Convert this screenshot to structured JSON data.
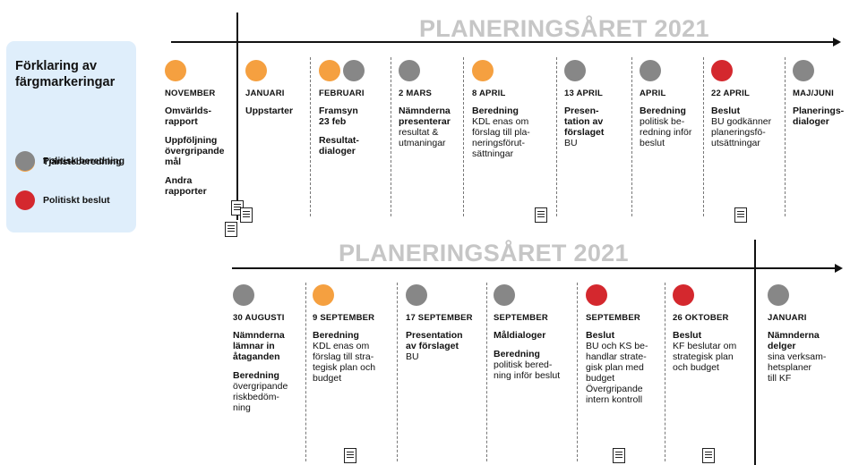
{
  "colors": {
    "tjanste": "#f5a040",
    "politisk": "#878787",
    "beslut": "#d4282e",
    "title_gray": "#c6c6c6",
    "legend_bg": "#dfeefb"
  },
  "legend": {
    "title": "Förklaring av färgmarkeringar",
    "items": [
      {
        "color": "tjanste",
        "label": "Tjänsteberedning"
      },
      {
        "color": "politisk",
        "label": "Politisk beredning"
      },
      {
        "color": "beslut",
        "label": "Politiskt beslut"
      }
    ]
  },
  "top": {
    "title": "PLANERINGSÅRET 2021",
    "columns": [
      {
        "dots": [
          "tjanste"
        ],
        "date": "NOVEMBER",
        "blocks": [
          {
            "head": "Omvärlds-\nrapport",
            "body": ""
          },
          {
            "head": "Uppföljning\növergripande\nmål",
            "body": ""
          },
          {
            "head": "Andra\nrapporter",
            "body": ""
          }
        ]
      },
      {
        "dots": [
          "tjanste"
        ],
        "date": "JANUARI",
        "blocks": [
          {
            "head": "Uppstarter",
            "body": ""
          }
        ]
      },
      {
        "dots": [
          "tjanste",
          "politisk"
        ],
        "date": "FEBRUARI",
        "blocks": [
          {
            "head": "Framsyn\n23 feb",
            "body": ""
          },
          {
            "head": "Resultat-\ndialoger",
            "body": ""
          }
        ]
      },
      {
        "dots": [
          "politisk"
        ],
        "date": "2 MARS",
        "blocks": [
          {
            "head": "Nämnderna\npresenterar",
            "body": "resultat &\nutmaningar"
          }
        ]
      },
      {
        "dots": [
          "tjanste"
        ],
        "date": "8 APRIL",
        "blocks": [
          {
            "head": "Beredning",
            "body": "KDL enas om\nförslag till pla-\nneringsförut-\nsättningar"
          }
        ]
      },
      {
        "dots": [
          "politisk"
        ],
        "date": "13 APRIL",
        "blocks": [
          {
            "head": "Presen-\ntation av\nförslaget",
            "body": "BU"
          }
        ]
      },
      {
        "dots": [
          "politisk"
        ],
        "date": "APRIL",
        "blocks": [
          {
            "head": "Beredning",
            "body": "politisk be-\nredning inför\nbeslut"
          }
        ]
      },
      {
        "dots": [
          "beslut"
        ],
        "date": "22 APRIL",
        "blocks": [
          {
            "head": "Beslut",
            "body": "BU godkänner\nplaneringsfö-\nutsättningar"
          }
        ]
      },
      {
        "dots": [
          "politisk"
        ],
        "date": "MAJ/JUNI",
        "blocks": [
          {
            "head": "Planerings-\ndialoger",
            "body": ""
          }
        ]
      }
    ]
  },
  "bottom": {
    "title": "PLANERINGSÅRET 2021",
    "columns": [
      {
        "dots": [
          "politisk"
        ],
        "date": "30 AUGUSTI",
        "blocks": [
          {
            "head": "Nämnderna\nlämnar in\nåtaganden",
            "body": ""
          },
          {
            "head": "Beredning",
            "body": "övergripande\nriskbedöm-\nning"
          }
        ]
      },
      {
        "dots": [
          "tjanste"
        ],
        "date": "9 SEPTEMBER",
        "blocks": [
          {
            "head": "Beredning",
            "body": "KDL enas om\nförslag till stra-\ntegisk plan och\nbudget"
          }
        ]
      },
      {
        "dots": [
          "politisk"
        ],
        "date": "17 SEPTEMBER",
        "blocks": [
          {
            "head": "Presentation\nav förslaget",
            "body": "BU"
          }
        ]
      },
      {
        "dots": [
          "politisk"
        ],
        "date": "SEPTEMBER",
        "blocks": [
          {
            "head": "Måldialoger",
            "body": ""
          },
          {
            "head": "Beredning",
            "body": "politisk bered-\nning inför beslut"
          }
        ]
      },
      {
        "dots": [
          "beslut"
        ],
        "date": "SEPTEMBER",
        "blocks": [
          {
            "head": "Beslut",
            "body": "BU och KS be-\nhandlar strate-\ngisk plan med\nbudget\nÖvergripande\nintern kontroll"
          }
        ]
      },
      {
        "dots": [
          "beslut"
        ],
        "date": "26 OKTOBER",
        "blocks": [
          {
            "head": "Beslut",
            "body": "KF beslutar om\nstrategisk plan\noch budget"
          }
        ]
      },
      {
        "dots": [
          "politisk"
        ],
        "date": "JANUARI",
        "blocks": [
          {
            "head": "Nämnderna\ndelger",
            "body": "sina verksam-\nhetsplaner\ntill KF"
          }
        ]
      }
    ]
  }
}
